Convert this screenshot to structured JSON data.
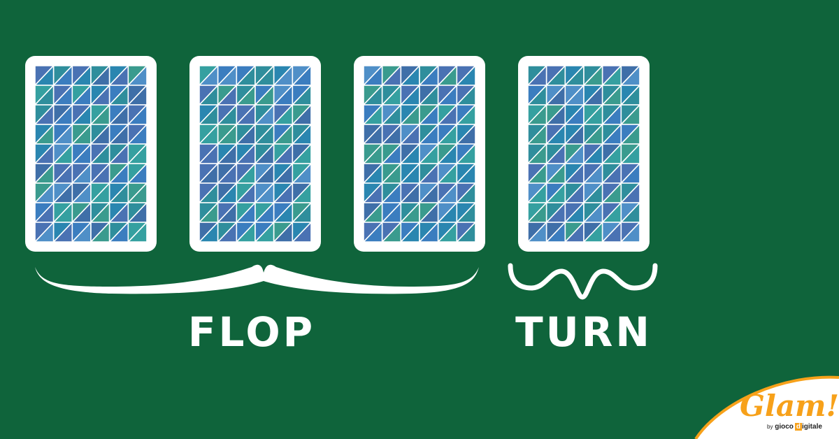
{
  "flop": {
    "label": "FLOP"
  },
  "turn": {
    "label": "TURN"
  },
  "logo": {
    "brand": "Glam!",
    "by": "by",
    "sub": "gioco",
    "sub_d": "d",
    "sub_rest": "igitale"
  },
  "colors": {
    "table": "#0f643b",
    "card_border": "#ffffff",
    "tile_palette": [
      "#2f8e9c",
      "#3b7dbf",
      "#3a9b8e",
      "#4a72b3",
      "#2a86b0",
      "#35a0a0",
      "#4f8fc7",
      "#3f6fa8"
    ],
    "logo_orange": "#f7a11a"
  },
  "icons": [
    "card-back-icon",
    "curly-brace-icon",
    "wave-brace-icon",
    "glam-logo-icon"
  ]
}
